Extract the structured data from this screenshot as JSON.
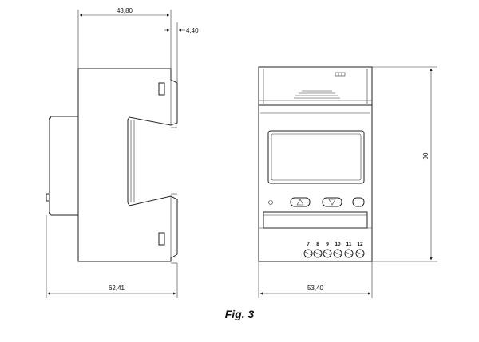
{
  "dimensions": {
    "top_width": "43,80",
    "offset": "4,40",
    "side_depth": "62,41",
    "front_width": "53,40",
    "height": "90"
  },
  "terminals": [
    "7",
    "8",
    "9",
    "10",
    "11",
    "12"
  ],
  "caption": "Fig. 3"
}
